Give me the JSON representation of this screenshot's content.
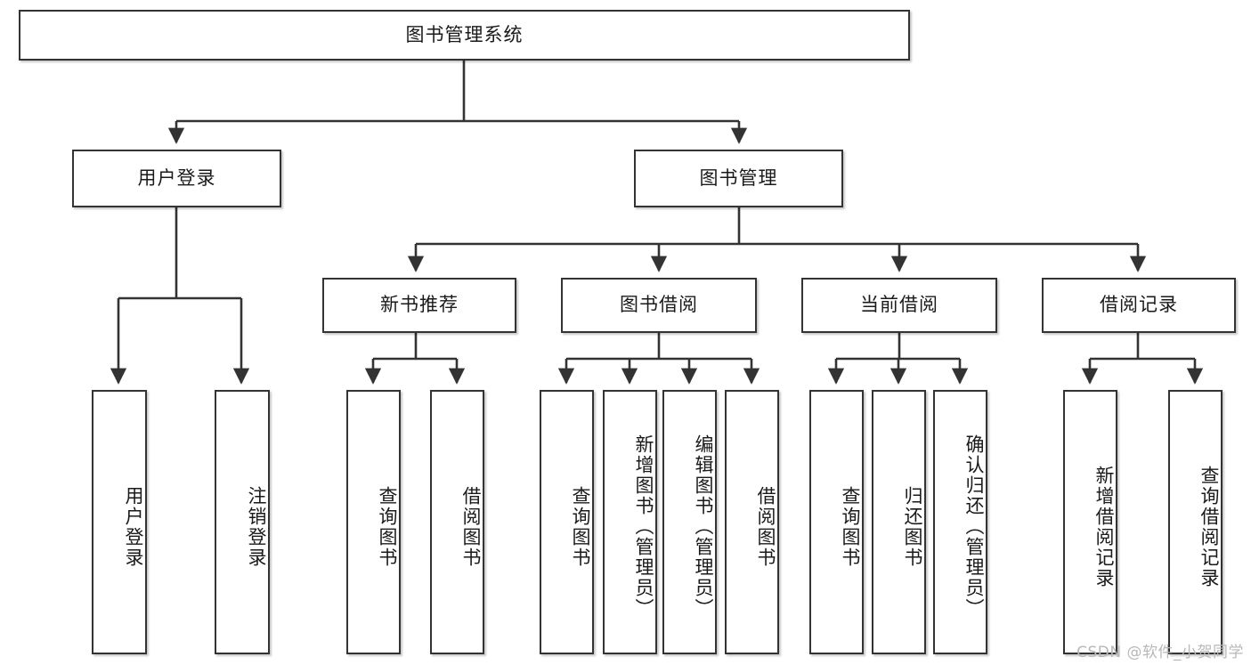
{
  "diagram": {
    "title": "图书管理系统",
    "type": "tree-hierarchy",
    "watermark": "CSDN @软件_小贺同学",
    "colors": {
      "box_border": "#333333",
      "box_fill": "#ffffff",
      "connector": "#333333",
      "text": "#1a1a1a",
      "watermark": "#b8b8b8",
      "background": "#ffffff"
    }
  },
  "nodes": {
    "root": {
      "label": "图书管理系统"
    },
    "level2": [
      {
        "label": "用户登录"
      },
      {
        "label": "图书管理"
      }
    ],
    "level3": [
      {
        "label": "新书推荐"
      },
      {
        "label": "图书借阅"
      },
      {
        "label": "当前借阅"
      },
      {
        "label": "借阅记录"
      }
    ],
    "leaves": {
      "user_login": [
        {
          "label": "用户登录"
        },
        {
          "label": "注销登录"
        }
      ],
      "new_book_recommend": [
        {
          "label": "查询图书"
        },
        {
          "label": "借阅图书"
        }
      ],
      "book_borrow": [
        {
          "label": "查询图书"
        },
        {
          "label": "新增图书（管理员）"
        },
        {
          "label": "编辑图书（管理员）"
        },
        {
          "label": "借阅图书"
        }
      ],
      "current_borrow": [
        {
          "label": "查询图书"
        },
        {
          "label": "归还图书"
        },
        {
          "label": "确认归还（管理员）"
        }
      ],
      "borrow_record": [
        {
          "label": "新增借阅记录"
        },
        {
          "label": "查询借阅记录"
        }
      ]
    }
  }
}
